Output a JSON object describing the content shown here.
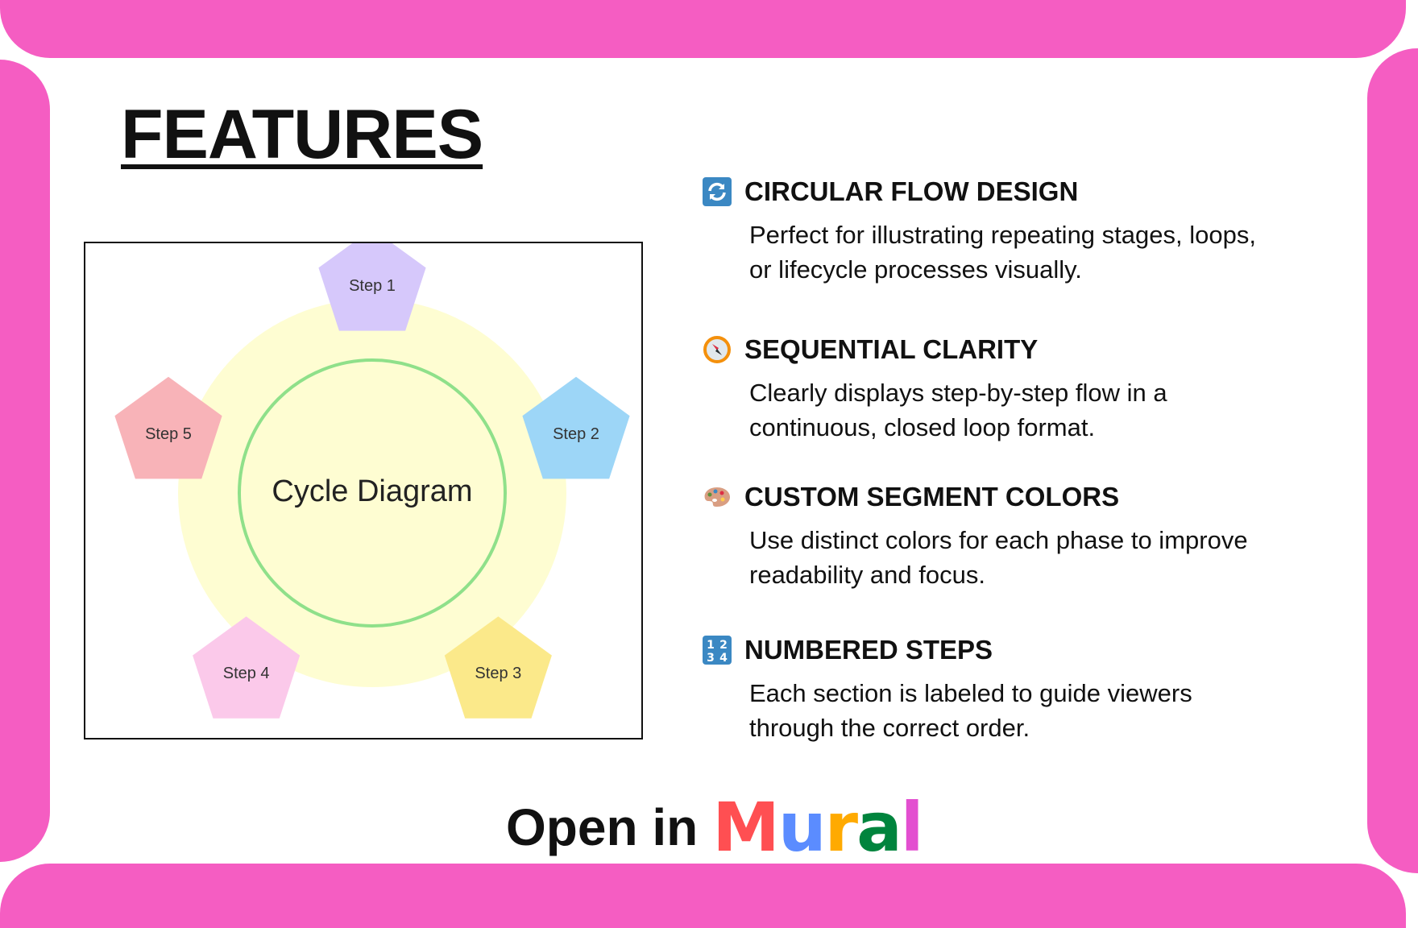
{
  "title": "FEATURES",
  "diagram": {
    "center_label": "Cycle Diagram",
    "steps": [
      "Step 1",
      "Step 2",
      "Step 3",
      "Step 4",
      "Step 5"
    ],
    "step_colors": [
      "#d6c8fb",
      "#9dd6f7",
      "#fbe98a",
      "#fbc9ea",
      "#f8b3b8"
    ],
    "ring_color": "#fefdd2",
    "inner_circle_color": "#8fe08a"
  },
  "features": [
    {
      "icon": "refresh-icon",
      "title": "CIRCULAR FLOW DESIGN",
      "body": "Perfect for illustrating repeating stages, loops, or lifecycle processes visually."
    },
    {
      "icon": "compass-icon",
      "title": "SEQUENTIAL CLARITY",
      "body": "Clearly displays step-by-step flow in a continuous, closed loop format."
    },
    {
      "icon": "palette-icon",
      "title": "CUSTOM SEGMENT COLORS",
      "body": "Use distinct colors for each phase to improve readability and focus."
    },
    {
      "icon": "numbers-icon",
      "title": "NUMBERED STEPS",
      "body": "Each section is labeled to guide viewers through the correct order."
    }
  ],
  "cta": {
    "text": "Open in",
    "brand": "Mural"
  },
  "colors": {
    "frame": "#f55dc2"
  }
}
